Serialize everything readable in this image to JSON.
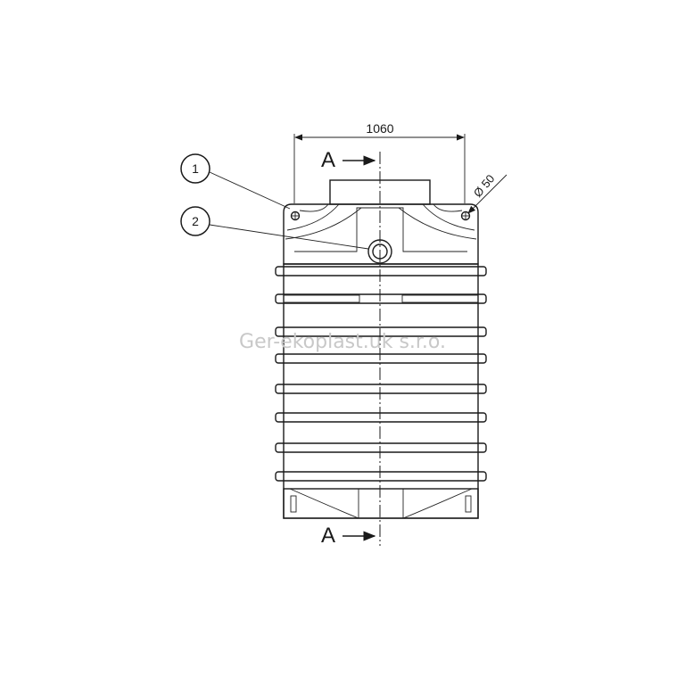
{
  "dimension_width": "1060",
  "dimension_diameter": "Ø 50",
  "section_label_top": "A",
  "section_label_bottom": "A",
  "callout_1": "1",
  "callout_2": "2",
  "watermark": "Ger-ekoplast.uk s.r.o.",
  "colors": {
    "line": "#1a1a1a",
    "watermark": "#c8c8c8",
    "background": "#ffffff"
  }
}
